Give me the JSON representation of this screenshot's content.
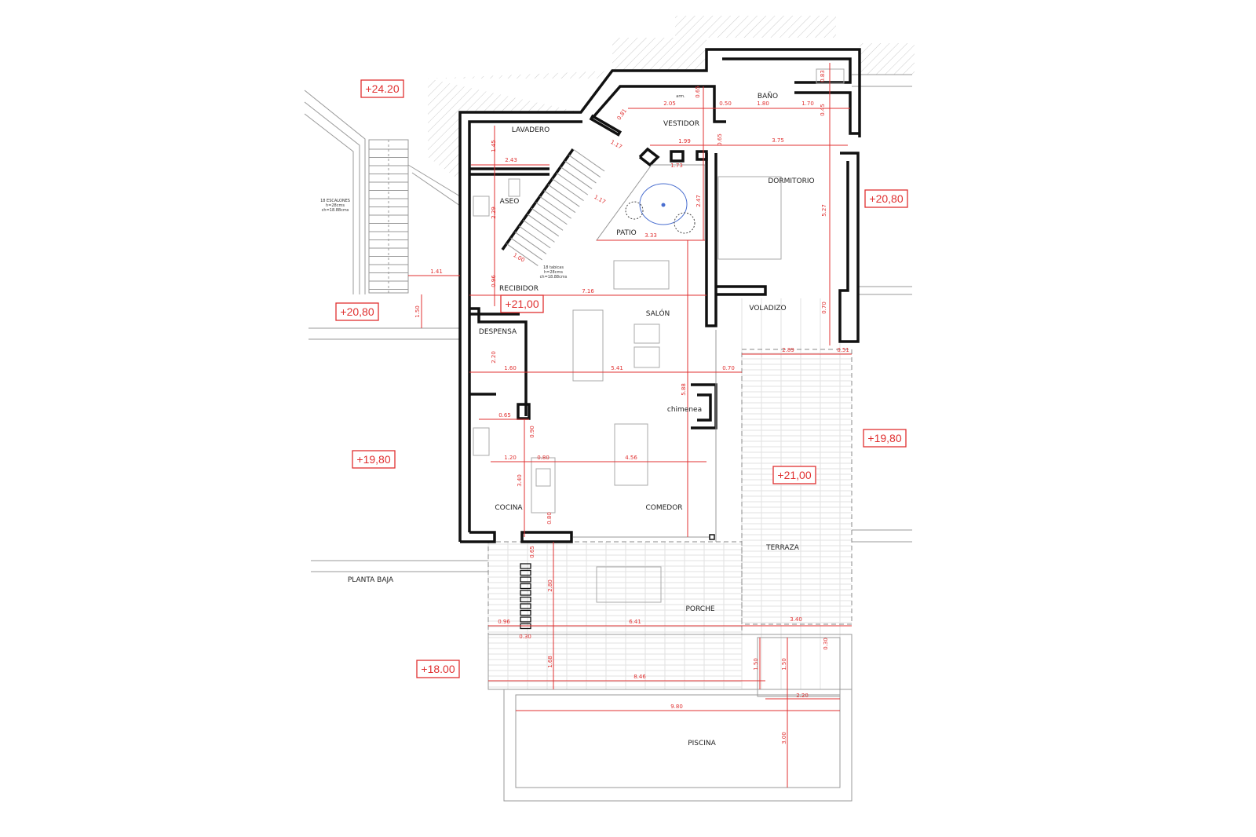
{
  "title": "PLANTA BAJA",
  "rooms": [
    "LAVADERO",
    "VESTIDOR",
    "BAÑO",
    "ASEO",
    "DORMITORIO",
    "PATIO",
    "RECIBIDOR",
    "SALÓN",
    "VOLADIZO",
    "DESPENSA",
    "chimenea",
    "COCINA",
    "COMEDOR",
    "TERRAZA",
    "PORCHE",
    "PISCINA"
  ],
  "levels": [
    "+24.20",
    "+20,80",
    "+20,80",
    "+21,00",
    "+19,80",
    "+19,80",
    "+21,00",
    "+18.00"
  ],
  "notes": {
    "exterior_stairs": [
      "18 ESCALONES",
      "h=28cms",
      "ch=18.88cms"
    ],
    "interior_stairs": [
      "18 tabicas",
      "h=28cms",
      "ch=18.88cms"
    ],
    "wardrobe": "arm."
  },
  "dims_h": [
    "2.05",
    "0.50",
    "1.80",
    "1.70",
    "2.43",
    "1.99",
    "3.75",
    "1.73",
    "3.33",
    "1.41",
    "7.16",
    "1.60",
    "5.41",
    "0.70",
    "2.89",
    "0.51",
    "0.65",
    "1.20",
    "0.80",
    "4.56",
    "0.96",
    "6.41",
    "3.40",
    "0.30",
    "8.46",
    "2.20",
    "9.80"
  ],
  "dims_v": [
    "0.65",
    "0.83",
    "0.45",
    "0.65",
    "1.45",
    "2.29",
    "5.27",
    "2.47",
    "0.96",
    "1.50",
    "0.70",
    "2.20",
    "5.88",
    "0.90",
    "3.40",
    "0.80",
    "0.65",
    "2.80",
    "1.68",
    "1.50",
    "1.50",
    "0.30",
    "3.00",
    "1.17",
    "1.17",
    "1.00",
    "0.81"
  ],
  "colors": {
    "dimension": "#e03030",
    "wall": "#111111"
  }
}
